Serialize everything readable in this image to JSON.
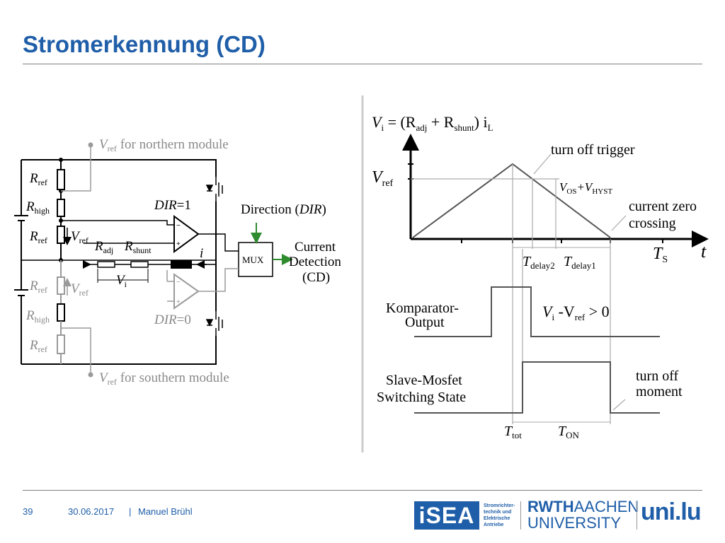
{
  "slide": {
    "title": "Stromerkennung (CD)",
    "page_number": "39",
    "date": "30.06.2017",
    "separator": "|",
    "author": "Manuel Brühl"
  },
  "circuit": {
    "vref_north": "V",
    "vref_north_sub": "ref",
    "vref_north_suffix": " for northern module",
    "vref_south": "V",
    "vref_south_sub": "ref",
    "vref_south_suffix": " for southern module",
    "r_ref_1": "R",
    "r_ref_1_sub": "ref",
    "r_high_1": "R",
    "r_high_1_sub": "high",
    "r_ref_2": "R",
    "r_ref_2_sub": "ref",
    "r_ref_3": "R",
    "r_ref_3_sub": "ref",
    "r_high_2": "R",
    "r_high_2_sub": "high",
    "r_ref_4": "R",
    "r_ref_4_sub": "ref",
    "v_ref_upper": "V",
    "v_ref_upper_sub": "ref",
    "v_ref_lower": "V",
    "v_ref_lower_sub": "ref",
    "r_adj": "R",
    "r_adj_sub": "adj",
    "r_shunt": "R",
    "r_shunt_sub": "shunt",
    "v_i": "V",
    "v_i_sub": "i",
    "i_label": "i",
    "dir1": "DIR",
    "dir1_val": "=1",
    "dir0": "DIR",
    "dir0_val": "=0",
    "direction_label": "Direction (",
    "direction_dir": "DIR",
    "direction_close": ")",
    "mux": "MUX",
    "current": "Current",
    "detection": "Detection",
    "cd": "(CD)"
  },
  "timing": {
    "equation_vi": "V",
    "equation_vi_sub": "i",
    "equation_eq": " = (R",
    "equation_adj_sub": "adj",
    "equation_plus": " + R",
    "equation_shunt_sub": "shunt",
    "equation_close": ") i",
    "equation_il_sub": "L",
    "vref": "V",
    "vref_sub": "ref",
    "turn_off_trigger": "turn off trigger",
    "vos": "V",
    "vos_sub": "OS",
    "plus_vhyst": "+V",
    "vhyst_sub": "HYST",
    "current_zero": "current zero",
    "crossing": "crossing",
    "tdelay2": "T",
    "tdelay2_sub": "delay2",
    "tdelay1": "T",
    "tdelay1_sub": "delay1",
    "ts": "T",
    "ts_sub": "S",
    "t_axis": "t",
    "komparator": "Komparator-",
    "output": "Output",
    "vi_minus": "V",
    "vi_minus_sub": "i",
    "vi_minus_mid": " -V",
    "vi_minus_ref_sub": "ref",
    "vi_minus_end": " > 0",
    "slave_mosfet": "Slave-Mosfet",
    "switching_state": "Switching State",
    "turn_off": "turn off",
    "moment": "moment",
    "ttot": "T",
    "ttot_sub": "tot",
    "ton": "T",
    "ton_sub": "ON"
  },
  "logos": {
    "isea": "iSEA",
    "isea_desc_1": "Stromrichter-",
    "isea_desc_2": "technik und",
    "isea_desc_3": "Elektrische",
    "isea_desc_4": "Antriebe",
    "rwth_1": "RWTH",
    "rwth_2": "AACHEN",
    "rwth_3": "UNIVERSITY",
    "uni": "uni.lu"
  },
  "colors": {
    "title_blue": "#1f5ea8",
    "grey_wire": "#9a9a9a",
    "green_arrow": "#2e8b2e"
  }
}
